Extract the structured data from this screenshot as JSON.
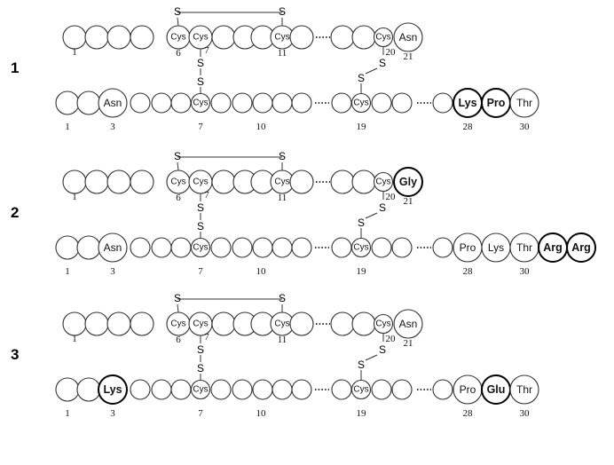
{
  "panels": [
    {
      "label": "1",
      "a_chain": {
        "cys_label": "Cys",
        "end_residue": "Asn",
        "end_bold": false,
        "numbers": [
          "1",
          "6",
          "7",
          "11",
          "20",
          "21"
        ]
      },
      "b_chain": {
        "n_residue": "Asn",
        "n_bold": false,
        "mid_label": "Cys",
        "tail": [
          {
            "label": "Lys",
            "bold": true
          },
          {
            "label": "Pro",
            "bold": true
          },
          {
            "label": "Thr",
            "bold": false
          }
        ],
        "numbers": [
          "1",
          "3",
          "7",
          "10",
          "19",
          "28",
          "30"
        ]
      },
      "sulfur": "S"
    },
    {
      "label": "2",
      "a_chain": {
        "cys_label": "Cys",
        "end_residue": "Gly",
        "end_bold": true,
        "numbers": [
          "1",
          "6",
          "7",
          "11",
          "20",
          "21"
        ]
      },
      "b_chain": {
        "n_residue": "Asn",
        "n_bold": false,
        "mid_label": "Cys",
        "tail": [
          {
            "label": "Pro",
            "bold": false
          },
          {
            "label": "Lys",
            "bold": false
          },
          {
            "label": "Thr",
            "bold": false
          },
          {
            "label": "Arg",
            "bold": true
          },
          {
            "label": "Arg",
            "bold": true
          }
        ],
        "numbers": [
          "1",
          "3",
          "7",
          "10",
          "19",
          "28",
          "30"
        ]
      },
      "sulfur": "S"
    },
    {
      "label": "3",
      "a_chain": {
        "cys_label": "Cys",
        "end_residue": "Asn",
        "end_bold": false,
        "numbers": [
          "1",
          "6",
          "7",
          "11",
          "20",
          "21"
        ]
      },
      "b_chain": {
        "n_residue": "Lys",
        "n_bold": true,
        "mid_label": "Cys",
        "tail": [
          {
            "label": "Pro",
            "bold": false
          },
          {
            "label": "Glu",
            "bold": true
          },
          {
            "label": "Thr",
            "bold": false
          }
        ],
        "numbers": [
          "1",
          "3",
          "7",
          "10",
          "19",
          "28",
          "30"
        ]
      },
      "sulfur": "S"
    }
  ]
}
